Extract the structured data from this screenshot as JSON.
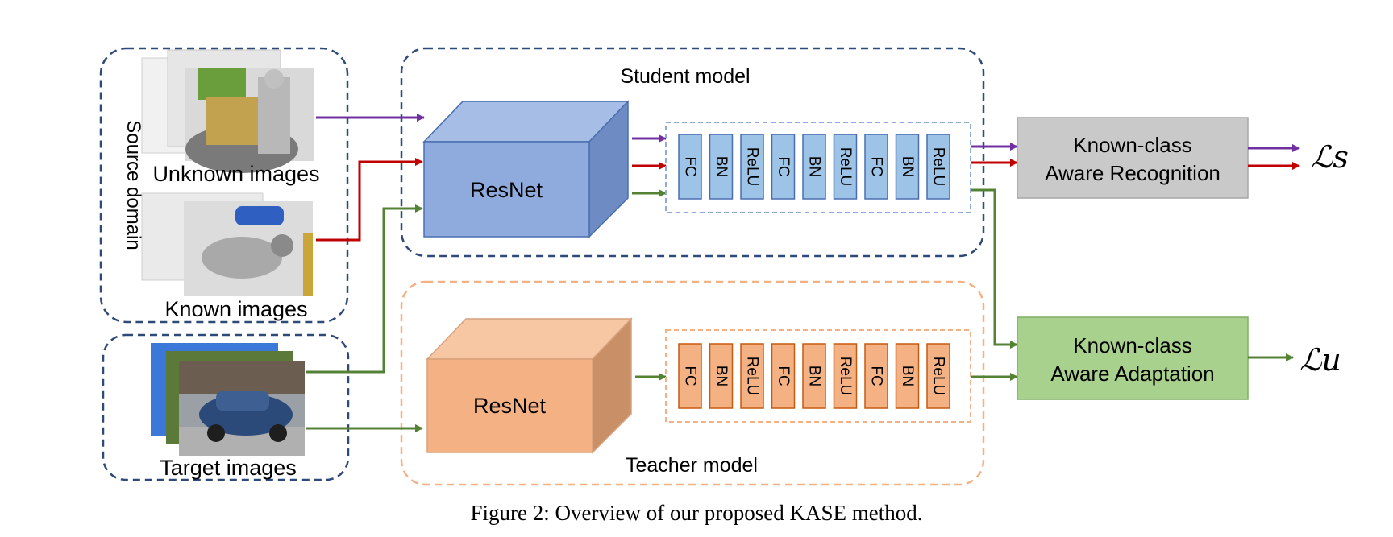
{
  "labels": {
    "source_domain": "Source domain",
    "unknown_images": "Unknown images",
    "known_images": "Known images",
    "target_images": "Target images",
    "student_model": "Student model",
    "teacher_model": "Teacher model",
    "resnet": "ResNet",
    "recognition_line1": "Known-class",
    "recognition_line2": "Aware Recognition",
    "adaptation_line1": "Known-class",
    "adaptation_line2": "Aware Adaptation",
    "loss_s_script": "ℒ",
    "loss_s_sub": "s",
    "loss_u_script": "ℒ",
    "loss_u_sub": "u",
    "caption": "Figure 2: Overview of our proposed KASE method."
  },
  "layers": [
    "FC",
    "BN",
    "ReLU",
    "FC",
    "BN",
    "ReLU",
    "FC",
    "BN",
    "ReLU"
  ],
  "colors": {
    "source_arrow": "#7030a0",
    "known_arrow": "#c00000",
    "target_arrow": "#548235",
    "student_box": "#8faadc",
    "student_layer": "#9dc3e6",
    "teacher_box": "#f4b183",
    "recognition_box": "#c9c9c9",
    "adaptation_box": "#a9d18e",
    "dash_navy": "#2f4a78",
    "dash_orange": "#f4b183"
  }
}
